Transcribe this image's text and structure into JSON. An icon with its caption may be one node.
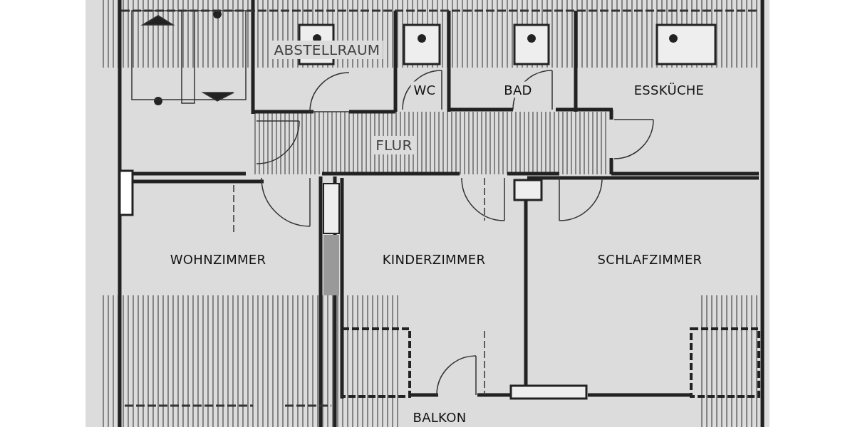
{
  "diagram": {
    "labels": [
      "ABSTELLRAUM",
      "WC",
      "BAD",
      "ESSKÜCHE",
      "FLUR",
      "WOHNZIMMER",
      "KINDERZIMMER",
      "SCHLAFZIMMER",
      "BALKON"
    ]
  }
}
